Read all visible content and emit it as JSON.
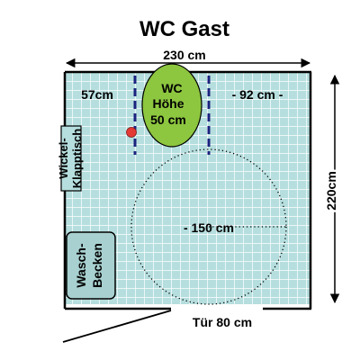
{
  "title": "WC Gast",
  "dimensions": {
    "width": "230 cm",
    "height": "220cm",
    "left_gap": "57cm",
    "right_gap": "- 92 cm -",
    "turning_circle": "- 150 cm",
    "door": "Tür 80 cm"
  },
  "fixtures": {
    "wc": {
      "line1": "WC",
      "line2": "Höhe",
      "line3": "50 cm"
    },
    "changing_table": {
      "line1": "Wickel-",
      "line2": "Klapptisch"
    },
    "sink": {
      "line1": "Wasch-",
      "line2": "Becken"
    }
  },
  "colors": {
    "floor": "#b6dede",
    "grid": "#ffffff",
    "wc_fill": "#8dc63f",
    "grab_bar": "#1a237e",
    "alarm_button": "#e53935",
    "sink_fill": "#a8d0d0"
  }
}
